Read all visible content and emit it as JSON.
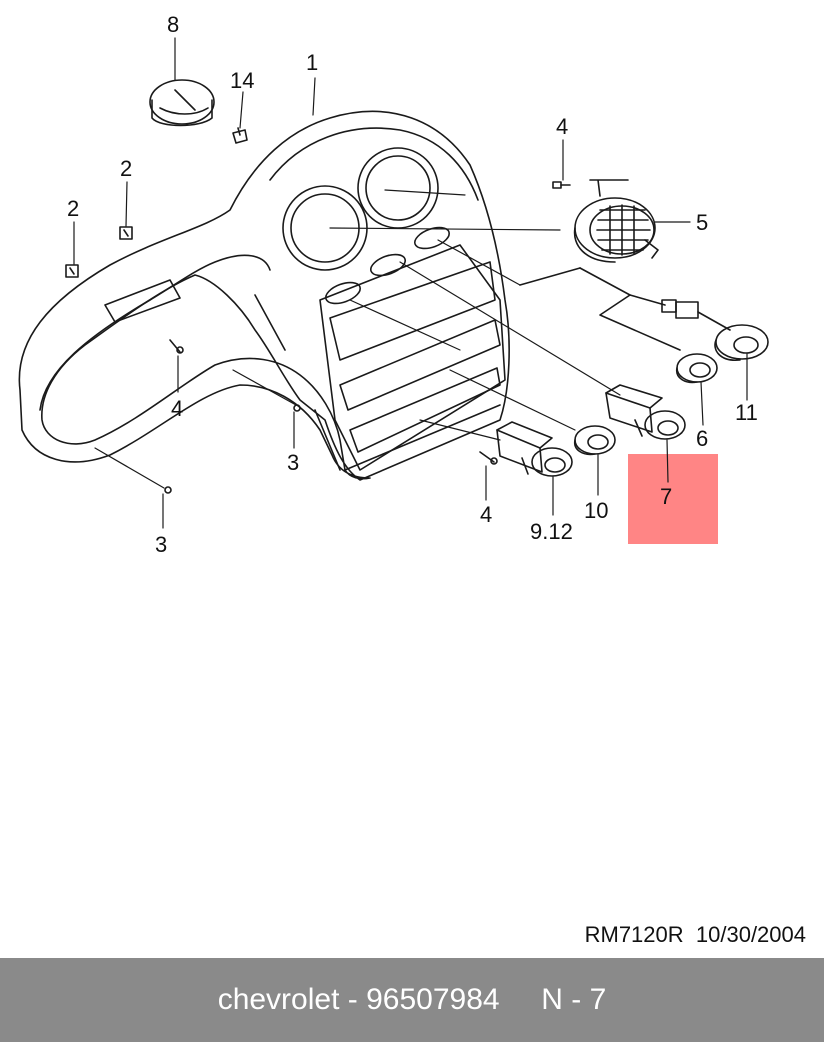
{
  "diagram": {
    "callouts": {
      "c1": "1",
      "c2a": "2",
      "c2b": "2",
      "c3a": "3",
      "c3b": "3",
      "c4a": "4",
      "c4b": "4",
      "c4c": "4",
      "c5": "5",
      "c6": "6",
      "c7": "7",
      "c8": "8",
      "c912": "9.12",
      "c10": "10",
      "c11": "11",
      "c14": "14"
    },
    "highlight_color": "#ff8585",
    "line_color": "#1a1a1a"
  },
  "document": {
    "ref_code": "RM7120R",
    "date": "10/30/2004"
  },
  "footer": {
    "brand": "chevrolet",
    "separator": "-",
    "part_number": "96507984",
    "position": "N - 7"
  }
}
